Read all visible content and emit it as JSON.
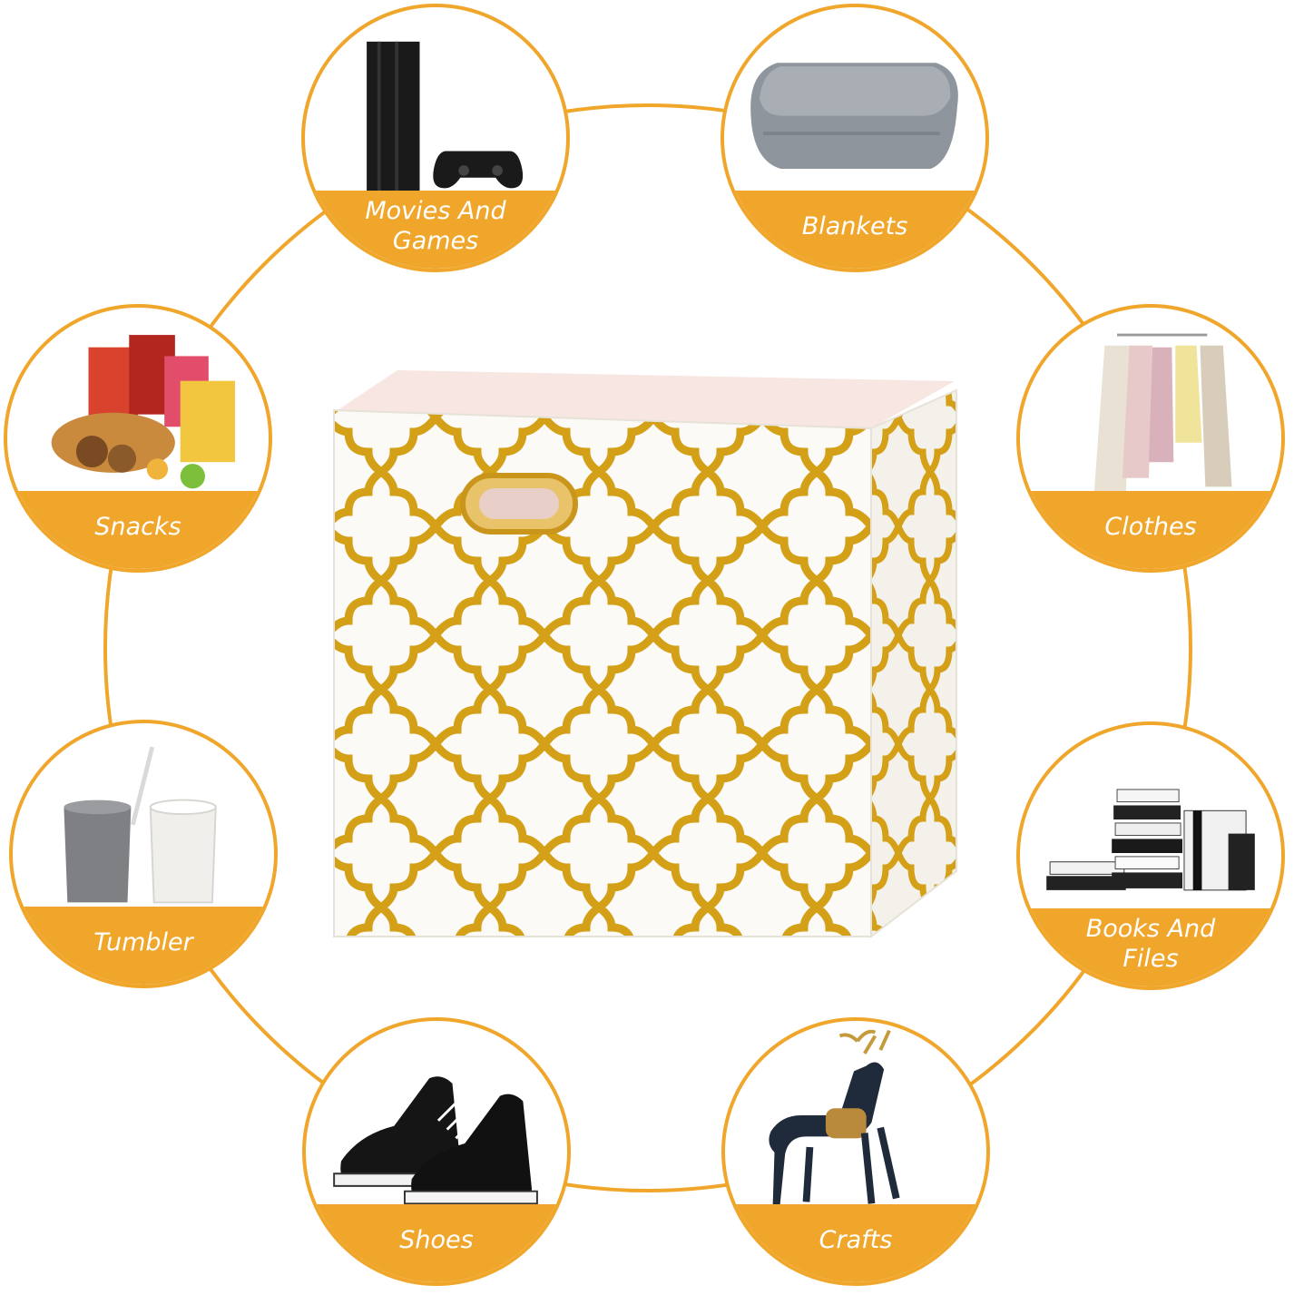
{
  "accent_color": "#F0A62B",
  "product": {
    "pattern_color": "#D4A017",
    "name_icon": "storage-cube-bin"
  },
  "uses": [
    {
      "label": "Movies And Games",
      "icon": "game-console-icon"
    },
    {
      "label": "Blankets",
      "icon": "blanket-icon"
    },
    {
      "label": "Snacks",
      "icon": "snacks-icon"
    },
    {
      "label": "Clothes",
      "icon": "clothes-rack-icon"
    },
    {
      "label": "Tumbler",
      "icon": "tumbler-cups-icon"
    },
    {
      "label": "Books And Files",
      "icon": "books-icon"
    },
    {
      "label": "Shoes",
      "icon": "sneakers-icon"
    },
    {
      "label": "Crafts",
      "icon": "deer-figurine-icon"
    }
  ]
}
